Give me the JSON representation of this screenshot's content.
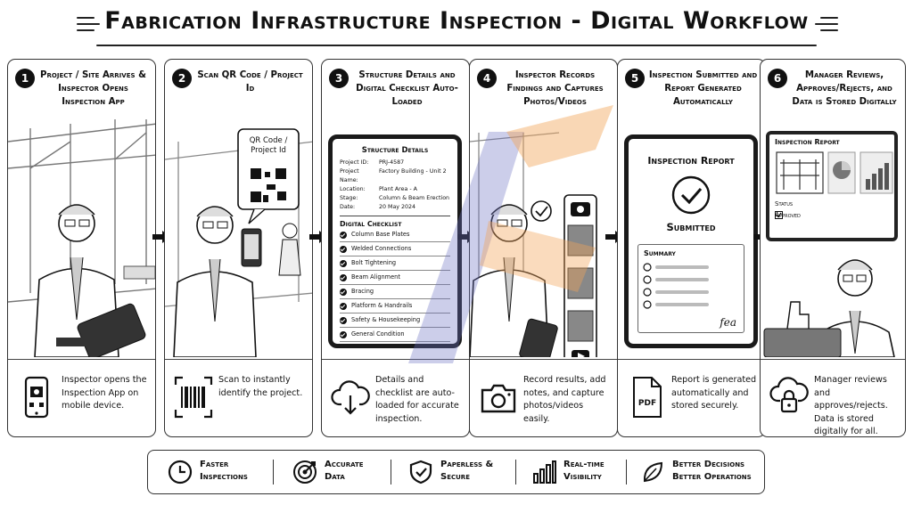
{
  "title": "Fabrication Infrastructure Inspection - Digital Workflow",
  "steps": [
    {
      "number": "1",
      "title": "Project / Site Arrives & Inspector Opens Inspection App",
      "caption": "Inspector opens the Inspection App on mobile device."
    },
    {
      "number": "2",
      "title": "Scan QR Code / Project Id",
      "caption": "Scan to instantly identify the project.",
      "qr_label": "QR Code / Project Id"
    },
    {
      "number": "3",
      "title": "Structure Details and Digital Checklist Auto-Loaded",
      "caption": "Details and checklist are auto-loaded for accurate inspection."
    },
    {
      "number": "4",
      "title": "Inspector Records Findings and Captures Photos/Videos",
      "caption": "Record results, add notes, and capture photos/videos easily."
    },
    {
      "number": "5",
      "title": "Inspection Submitted and Report Generated Automatically",
      "caption": "Report is generated automatically and stored securely."
    },
    {
      "number": "6",
      "title": "Manager Reviews, Approves/Rejects, and Data is Stored Digitally",
      "caption": "Manager reviews and approves/rejects. Data is stored digitally for all."
    }
  ],
  "structure_details": {
    "heading": "Structure Details",
    "fields": [
      {
        "key": "Project ID:",
        "value": "PRJ-4587"
      },
      {
        "key": "Project Name:",
        "value": "Factory Building - Unit 2"
      },
      {
        "key": "Location:",
        "value": "Plant Area - A"
      },
      {
        "key": "Stage:",
        "value": "Column & Beam Erection"
      },
      {
        "key": "Date:",
        "value": "20 May 2024"
      }
    ],
    "checklist_heading": "Digital Checklist",
    "checklist": [
      "Column Base Plates",
      "Welded Connections",
      "Bolt Tightening",
      "Beam Alignment",
      "Bracing",
      "Platform & Handrails",
      "Safety & Housekeeping",
      "General Condition"
    ]
  },
  "report": {
    "heading": "Inspection Report",
    "status": "Submitted",
    "summary_label": "Summary",
    "signature": "fea"
  },
  "manager_report": {
    "heading": "Inspection Report",
    "status_label": "Status",
    "status_value": "Approved"
  },
  "pdf_label": "PDF",
  "benefits": [
    {
      "icon": "clock-icon",
      "line1": "Faster",
      "line2": "Inspections"
    },
    {
      "icon": "target-icon",
      "line1": "Accurate",
      "line2": "Data"
    },
    {
      "icon": "shield-check-icon",
      "line1": "Paperless &",
      "line2": "Secure"
    },
    {
      "icon": "bar-chart-icon",
      "line1": "Real-time",
      "line2": "Visibility"
    },
    {
      "icon": "leaf-icon",
      "line1": "Better Decisions",
      "line2": "Better Operations"
    }
  ],
  "colors": {
    "ink": "#111111",
    "watermark_orange": "#f2a65a",
    "watermark_blue": "#6d72c3"
  }
}
